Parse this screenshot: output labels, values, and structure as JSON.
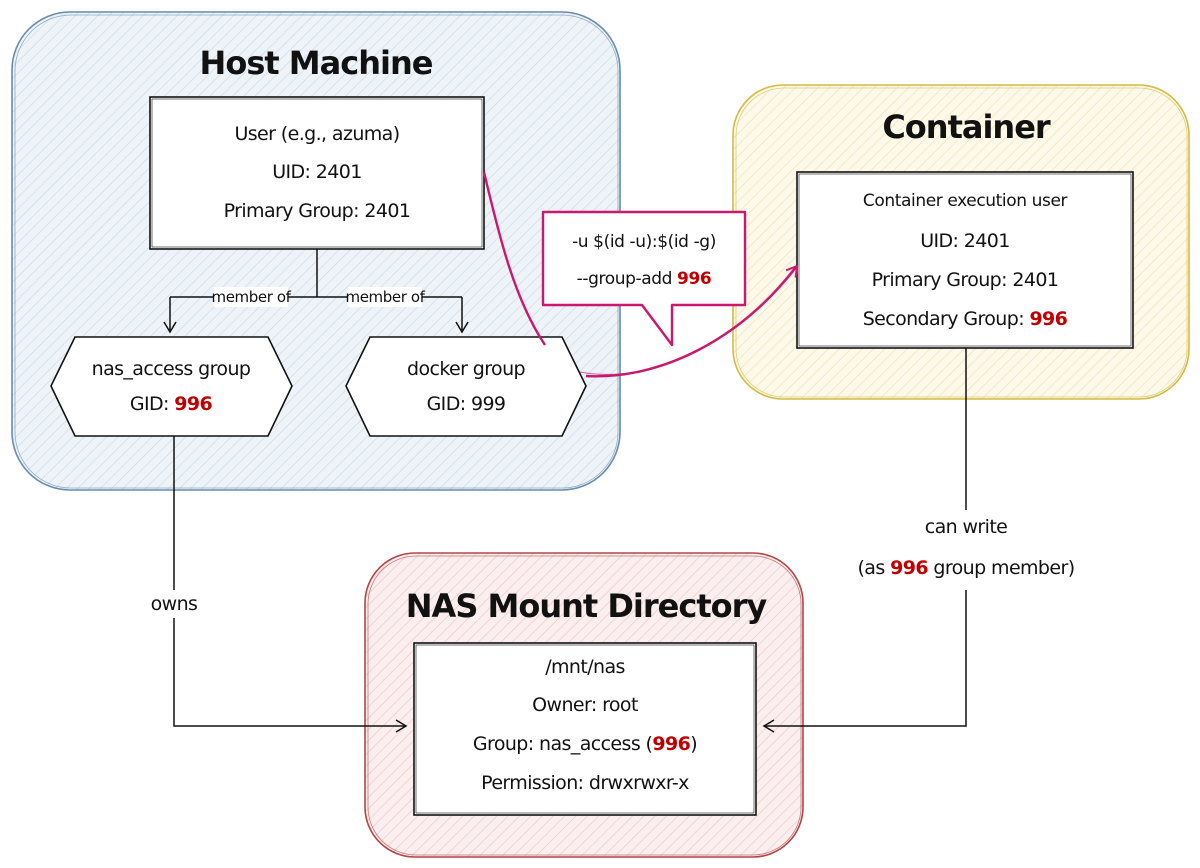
{
  "host": {
    "title": "Host Machine",
    "user": {
      "line1": "User (e.g., azuma)",
      "line2": "UID: 2401",
      "line3": "Primary Group: 2401"
    },
    "member_of_left": "member of",
    "member_of_right": "member of",
    "nas_group": {
      "name": "nas_access group",
      "gid_label": "GID: ",
      "gid_value": "996"
    },
    "docker_group": {
      "name": "docker group",
      "gid": "GID: 999"
    }
  },
  "callout": {
    "line1": "-u $(id -u):$(id -g)",
    "line2_prefix": "--group-add ",
    "line2_value": "996"
  },
  "container": {
    "title": "Container",
    "user_line1": "Container execution user",
    "user_line2": "UID: 2401",
    "user_line3": "Primary Group: 2401",
    "user_line4_prefix": "Secondary Group: ",
    "user_line4_value": "996"
  },
  "nas": {
    "title": "NAS Mount Directory",
    "line1": "/mnt/nas",
    "line2": "Owner: root",
    "line3_prefix": "Group: nas_access (",
    "line3_value": "996",
    "line3_suffix": ")",
    "line4": "Permission: drwxrwxr-x"
  },
  "edges": {
    "owns": "owns",
    "can_write_line1": "can write",
    "can_write_prefix": "(as ",
    "can_write_value": "996",
    "can_write_suffix": " group member)"
  },
  "colors": {
    "host_stroke": "#6a8cb0",
    "host_fill": "#e6eef6",
    "container_stroke": "#d4bb44",
    "container_fill": "#faf6e2",
    "nas_stroke": "#b04848",
    "nas_fill": "#f8e6e6",
    "callout": "#c8196e",
    "highlight": "#c00000"
  }
}
